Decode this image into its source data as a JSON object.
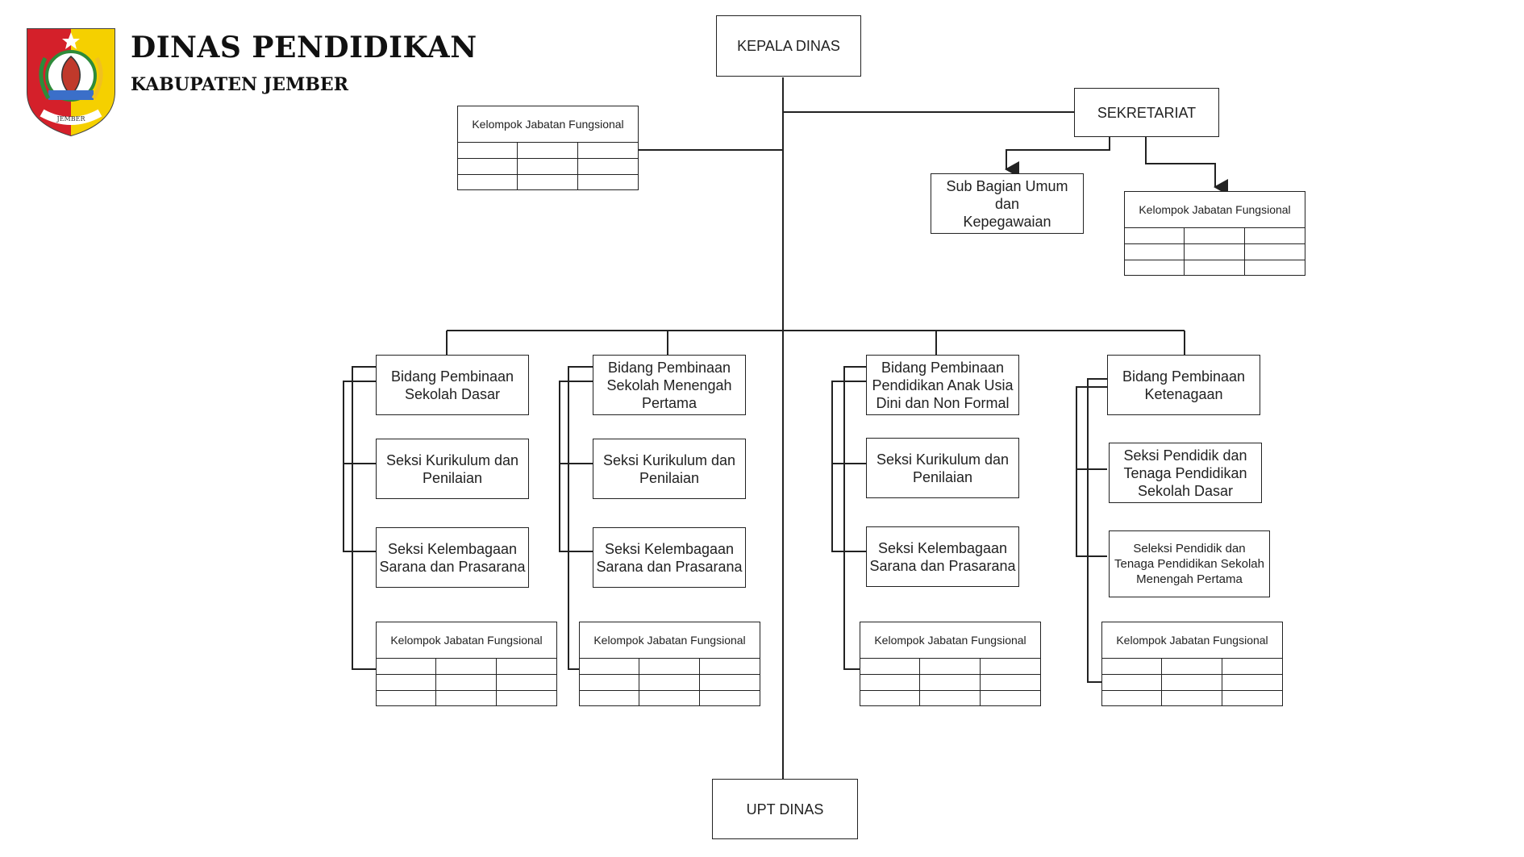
{
  "header": {
    "title": "DINAS PENDIDIKAN",
    "subtitle": "KABUPATEN JEMBER",
    "logo_text": "JEMBER"
  },
  "nodes": {
    "kepala": "KEPALA DINAS",
    "sekretariat": "SEKRETARIAT",
    "sub_bagian": "Sub Bagian Umum dan\nKepegawaian",
    "upt": "UPT DINAS",
    "jf_label": "Kelompok Jabatan Fungsional",
    "bidang_sd": "Bidang Pembinaan\nSekolah Dasar",
    "sd_kurikulum": "Seksi Kurikulum dan\nPenilaian",
    "sd_kelembagaan": "Seksi Kelembagaan\nSarana dan Prasarana",
    "bidang_smp": "Bidang Pembinaan\nSekolah Menengah\nPertama",
    "smp_kurikulum": "Seksi Kurikulum dan\nPenilaian",
    "smp_kelembagaan": "Seksi Kelembagaan\nSarana dan Prasarana",
    "bidang_paud": "Bidang Pembinaan\nPendidikan Anak Usia\nDini dan Non Formal",
    "paud_kurikulum": "Seksi Kurikulum dan\nPenilaian",
    "paud_kelembagaan": "Seksi Kelembagaan\nSarana dan Prasarana",
    "bidang_tenaga": "Bidang Pembinaan\nKetenagaan",
    "tenaga_sd": "Seksi Pendidik dan\nTenaga Pendidikan\nSekolah Dasar",
    "tenaga_smp": "Seleksi Pendidik dan\nTenaga Pendidikan Sekolah\nMenengah Pertama"
  },
  "colors": {
    "line": "#222222",
    "logo_red": "#d4202a",
    "logo_yellow": "#f5d000",
    "logo_green": "#2e8b3a"
  }
}
